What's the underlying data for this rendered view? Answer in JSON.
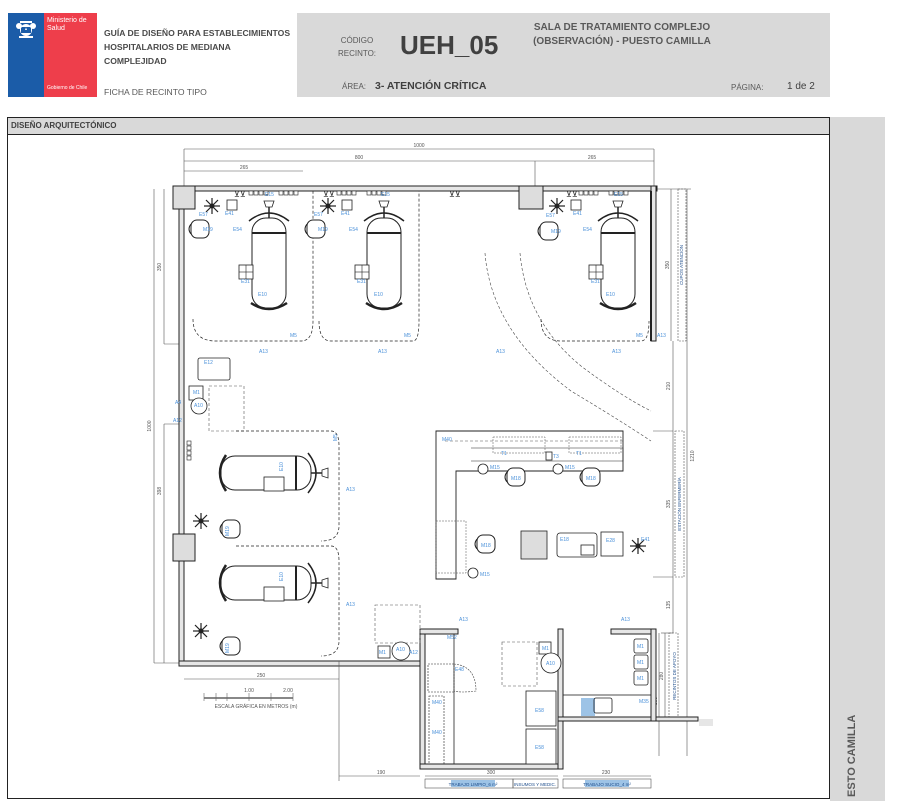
{
  "header": {
    "logo": {
      "ministry": "Ministerio de Salud",
      "government": "Gobierno de Chile",
      "colors": {
        "blue": "#1b5ca8",
        "red": "#ee3e4b"
      }
    },
    "guide_title": "GUÍA DE DISEÑO PARA ESTABLECIMIENTOS HOSPITALARIOS DE MEDIANA COMPLEJIDAD",
    "sheet_type": "FICHA DE RECINTO TIPO",
    "code_label_1": "CÓDIGO",
    "code_label_2": "RECINTO:",
    "code_value": "UEH_05",
    "room_name": "SALA DE TRATAMIENTO COMPLEJO (OBSERVACIÓN) - PUESTO CAMILLA",
    "area_label": "ÁREA:",
    "area_value": "3- ATENCIÓN CRÍTICA",
    "page_label": "PÁGINA:",
    "page_value": "1 de 2"
  },
  "section": {
    "title": "DISEÑO ARQUITECTÓNICO",
    "side_label": "ESTO CAMILLA"
  },
  "plan": {
    "dimensions": {
      "top_total": "1000",
      "top_middle": "800",
      "top_left": "265",
      "top_right": "265",
      "left_total": "1000",
      "left_upper": "350",
      "left_lower": "398",
      "right_upper": "350",
      "right_total": "1210",
      "right_mid1": "210",
      "right_mid2": "335",
      "right_mid3": "135",
      "right_low1": "280",
      "right_low2": "300",
      "bottom_left": "250",
      "bottom_mid": "190",
      "bottom_clean": "300",
      "bottom_dirty": "230"
    },
    "zone_labels": {
      "cubiculos": "CUPOS ATENCIÓN",
      "estacion": "ESTACIÓN ENFERMERÍA",
      "recinto_apoyo": "RECINTOS DE APOYO"
    },
    "room_labels": {
      "trabajo_limpio": "TRABAJO LIMPIO_6 m²",
      "insumos": "INSUMOS Y MEDIC.",
      "trabajo_sucio": "TRABAJO SUCIO_4 m²"
    },
    "scale": {
      "mark_1": "1.00",
      "mark_2": "2.00",
      "caption": "ESCALA GRÁFICA EN METROS (m)"
    },
    "equipment_codes": [
      "E10",
      "E15",
      "E31",
      "E41",
      "E54",
      "E57",
      "M19",
      "M5",
      "A13",
      "E12",
      "M1",
      "A4",
      "A10",
      "A12",
      "M40",
      "M18",
      "M15",
      "T1",
      "T3",
      "E18",
      "E28",
      "M52",
      "E48",
      "E58",
      "M35"
    ]
  }
}
